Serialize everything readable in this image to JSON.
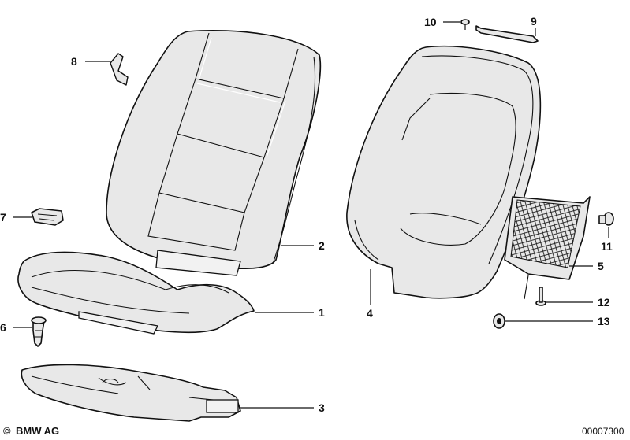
{
  "labels": {
    "p1": "1",
    "p2": "2",
    "p3": "3",
    "p4": "4",
    "p5": "5",
    "p6": "6",
    "p7": "7",
    "p8": "8",
    "p9": "9",
    "p10": "10",
    "p11": "11",
    "p12": "12",
    "p13": "13"
  },
  "footer": {
    "copyright_symbol": "©",
    "brand": "BMW AG",
    "diagram_code": "00007300"
  },
  "colors": {
    "line": "#111111",
    "fill": "#e8e8e8",
    "background": "#ffffff"
  }
}
